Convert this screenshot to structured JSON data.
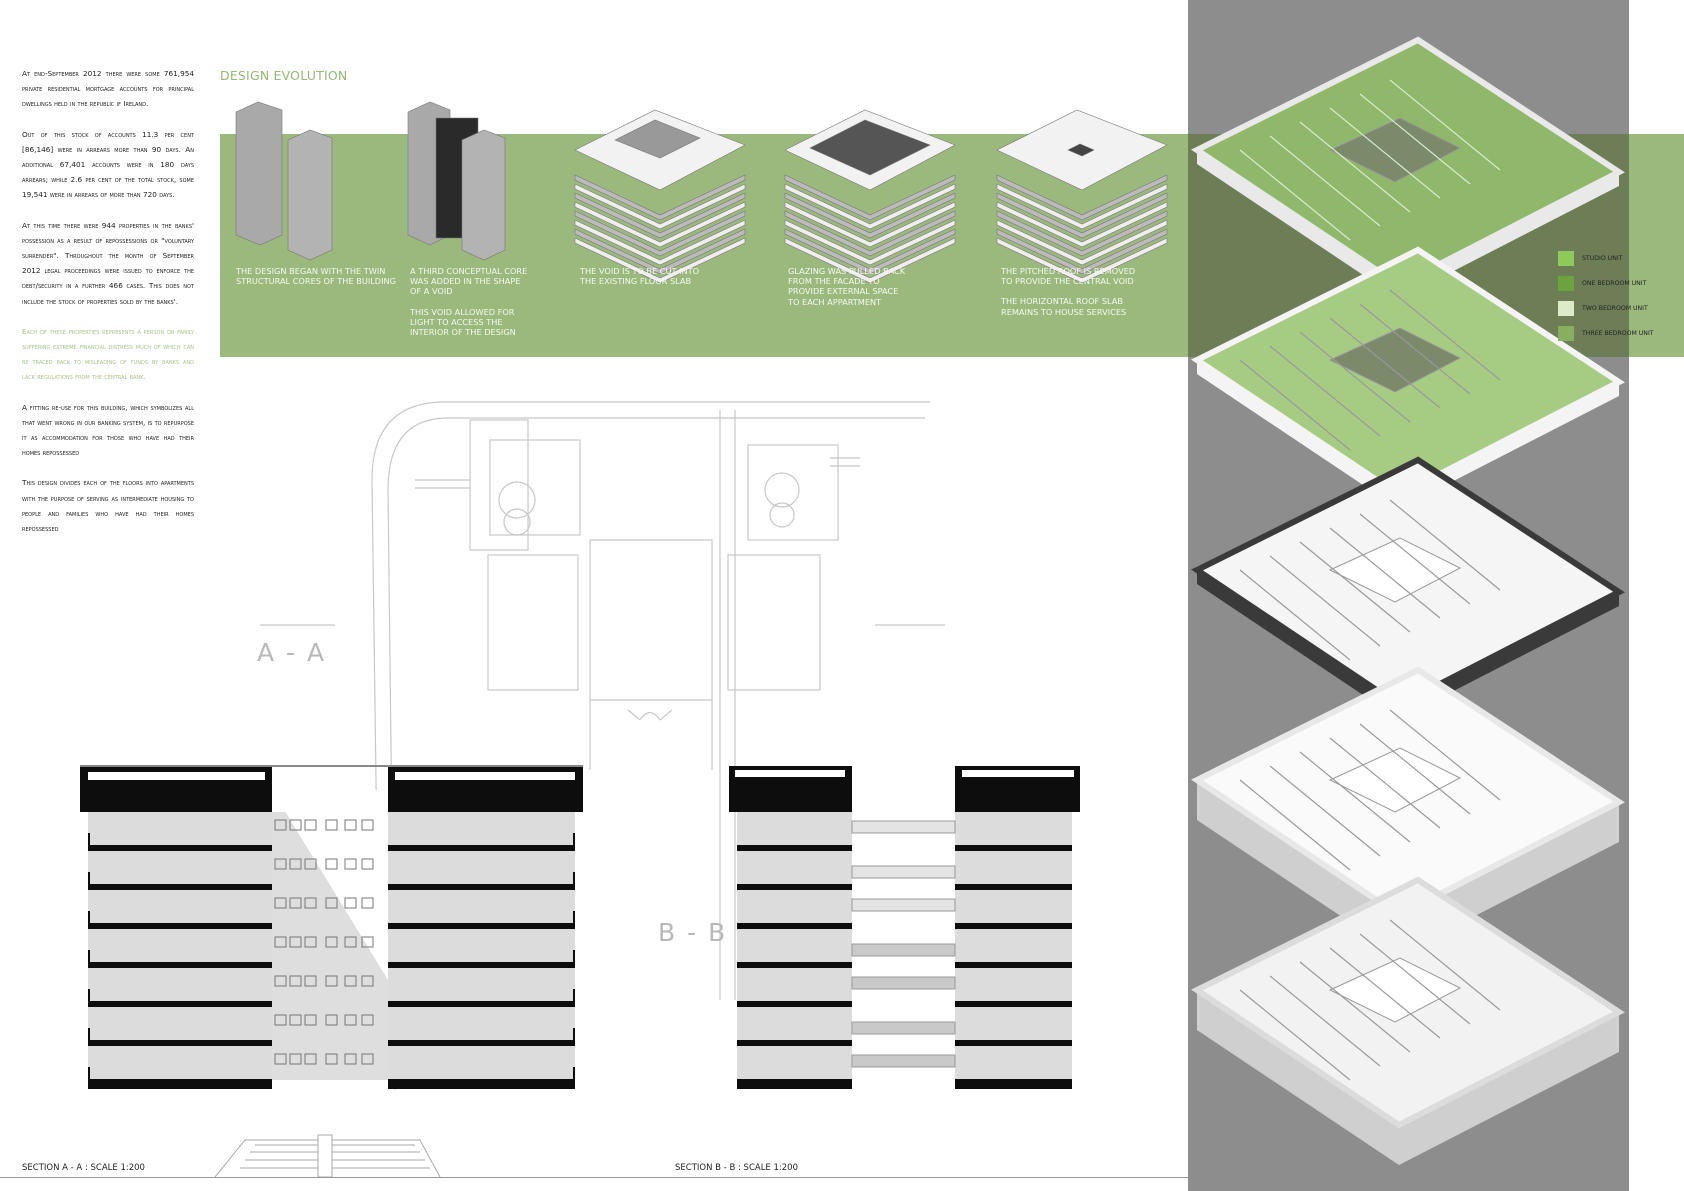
{
  "left_column": {
    "paragraphs": [
      "At end-September 2012 there were some 761,954 private residential mortgage accounts for principal dwellings held in the republic if Ireland.",
      "Out of this stock of accounts 11.3 per cent [86,146] were in arrears more than 90 days. An additional 67,401 accounts were in 180 days arrears; while 2.6 per cent of the total stock, some 19,541 were in arrears of more than 720 days.",
      "At this time there were 944 properties in the banks' possession as a result of repossessions or \"voluntary surrender\". Throughout the month of September 2012 legal proceedings were issued to enforce the debt/security in a further 466 cases. This does not include the stock of properties sold by the banks'."
    ],
    "highlight": "Each of these properties represents a person or family suffering extreme financial distress much of which can be traced back to misleading of funds by banks and lack regulations from the central bank.",
    "paragraphs_after": [
      "A fitting re-use for this building, which symbolizes all that went wrong in our banking system, is to repurpose it as accommodation for those who have had their homes repossessed",
      "This design divides each of the floors into apartments with the purpose of serving as intermediate housing to people and families who have had their homes repossessed"
    ]
  },
  "design_evolution": {
    "title": "DESIGN EVOLUTION",
    "steps": [
      {
        "lines": [
          "The design began with the twin structural cores of the building"
        ]
      },
      {
        "lines": [
          "A third conceptual core was added in the shape of a void",
          "This void allowed for light to access the interior of the design"
        ]
      },
      {
        "lines": [
          "The void is to be cut into the existing floor slab"
        ]
      },
      {
        "lines": [
          "Glazing was pulled back from the facade to provide external space to each appartment"
        ]
      },
      {
        "lines": [
          "The pitched roof is removed to provide the central void",
          "The horizontal roof slab remains to house services"
        ]
      }
    ]
  },
  "legend": [
    {
      "label": "Studio unit",
      "color": "#8fc95a"
    },
    {
      "label": "One bedroom unit",
      "color": "#6da33f"
    },
    {
      "label": "Two bedroom unit",
      "color": "#dcebc8"
    },
    {
      "label": "Three bedroom unit",
      "color": "#86b060"
    }
  ],
  "sections": {
    "aa_label": "A - A",
    "bb_label": "B - B",
    "aa_caption": "SECTION A - A : SCALE 1:200",
    "bb_caption": "SECTION B - B : SCALE 1:200"
  },
  "colors": {
    "band": "#9cb97d",
    "panel": "#8d8d8d",
    "accent_text": "#95b777"
  }
}
